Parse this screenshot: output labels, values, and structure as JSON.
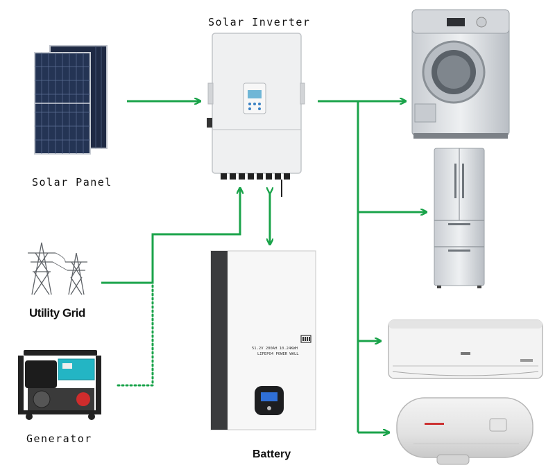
{
  "labels": {
    "inverter": "Solar Inverter",
    "panel": "Solar Panel",
    "grid": "Utility Grid",
    "generator": "Generator",
    "battery": "Battery"
  },
  "battery_text": {
    "line1": "51.2V 200AH 10.24KWH",
    "line2": "LIFEPO4 POWER WALL"
  },
  "colors": {
    "flow": "#1aa34a"
  }
}
